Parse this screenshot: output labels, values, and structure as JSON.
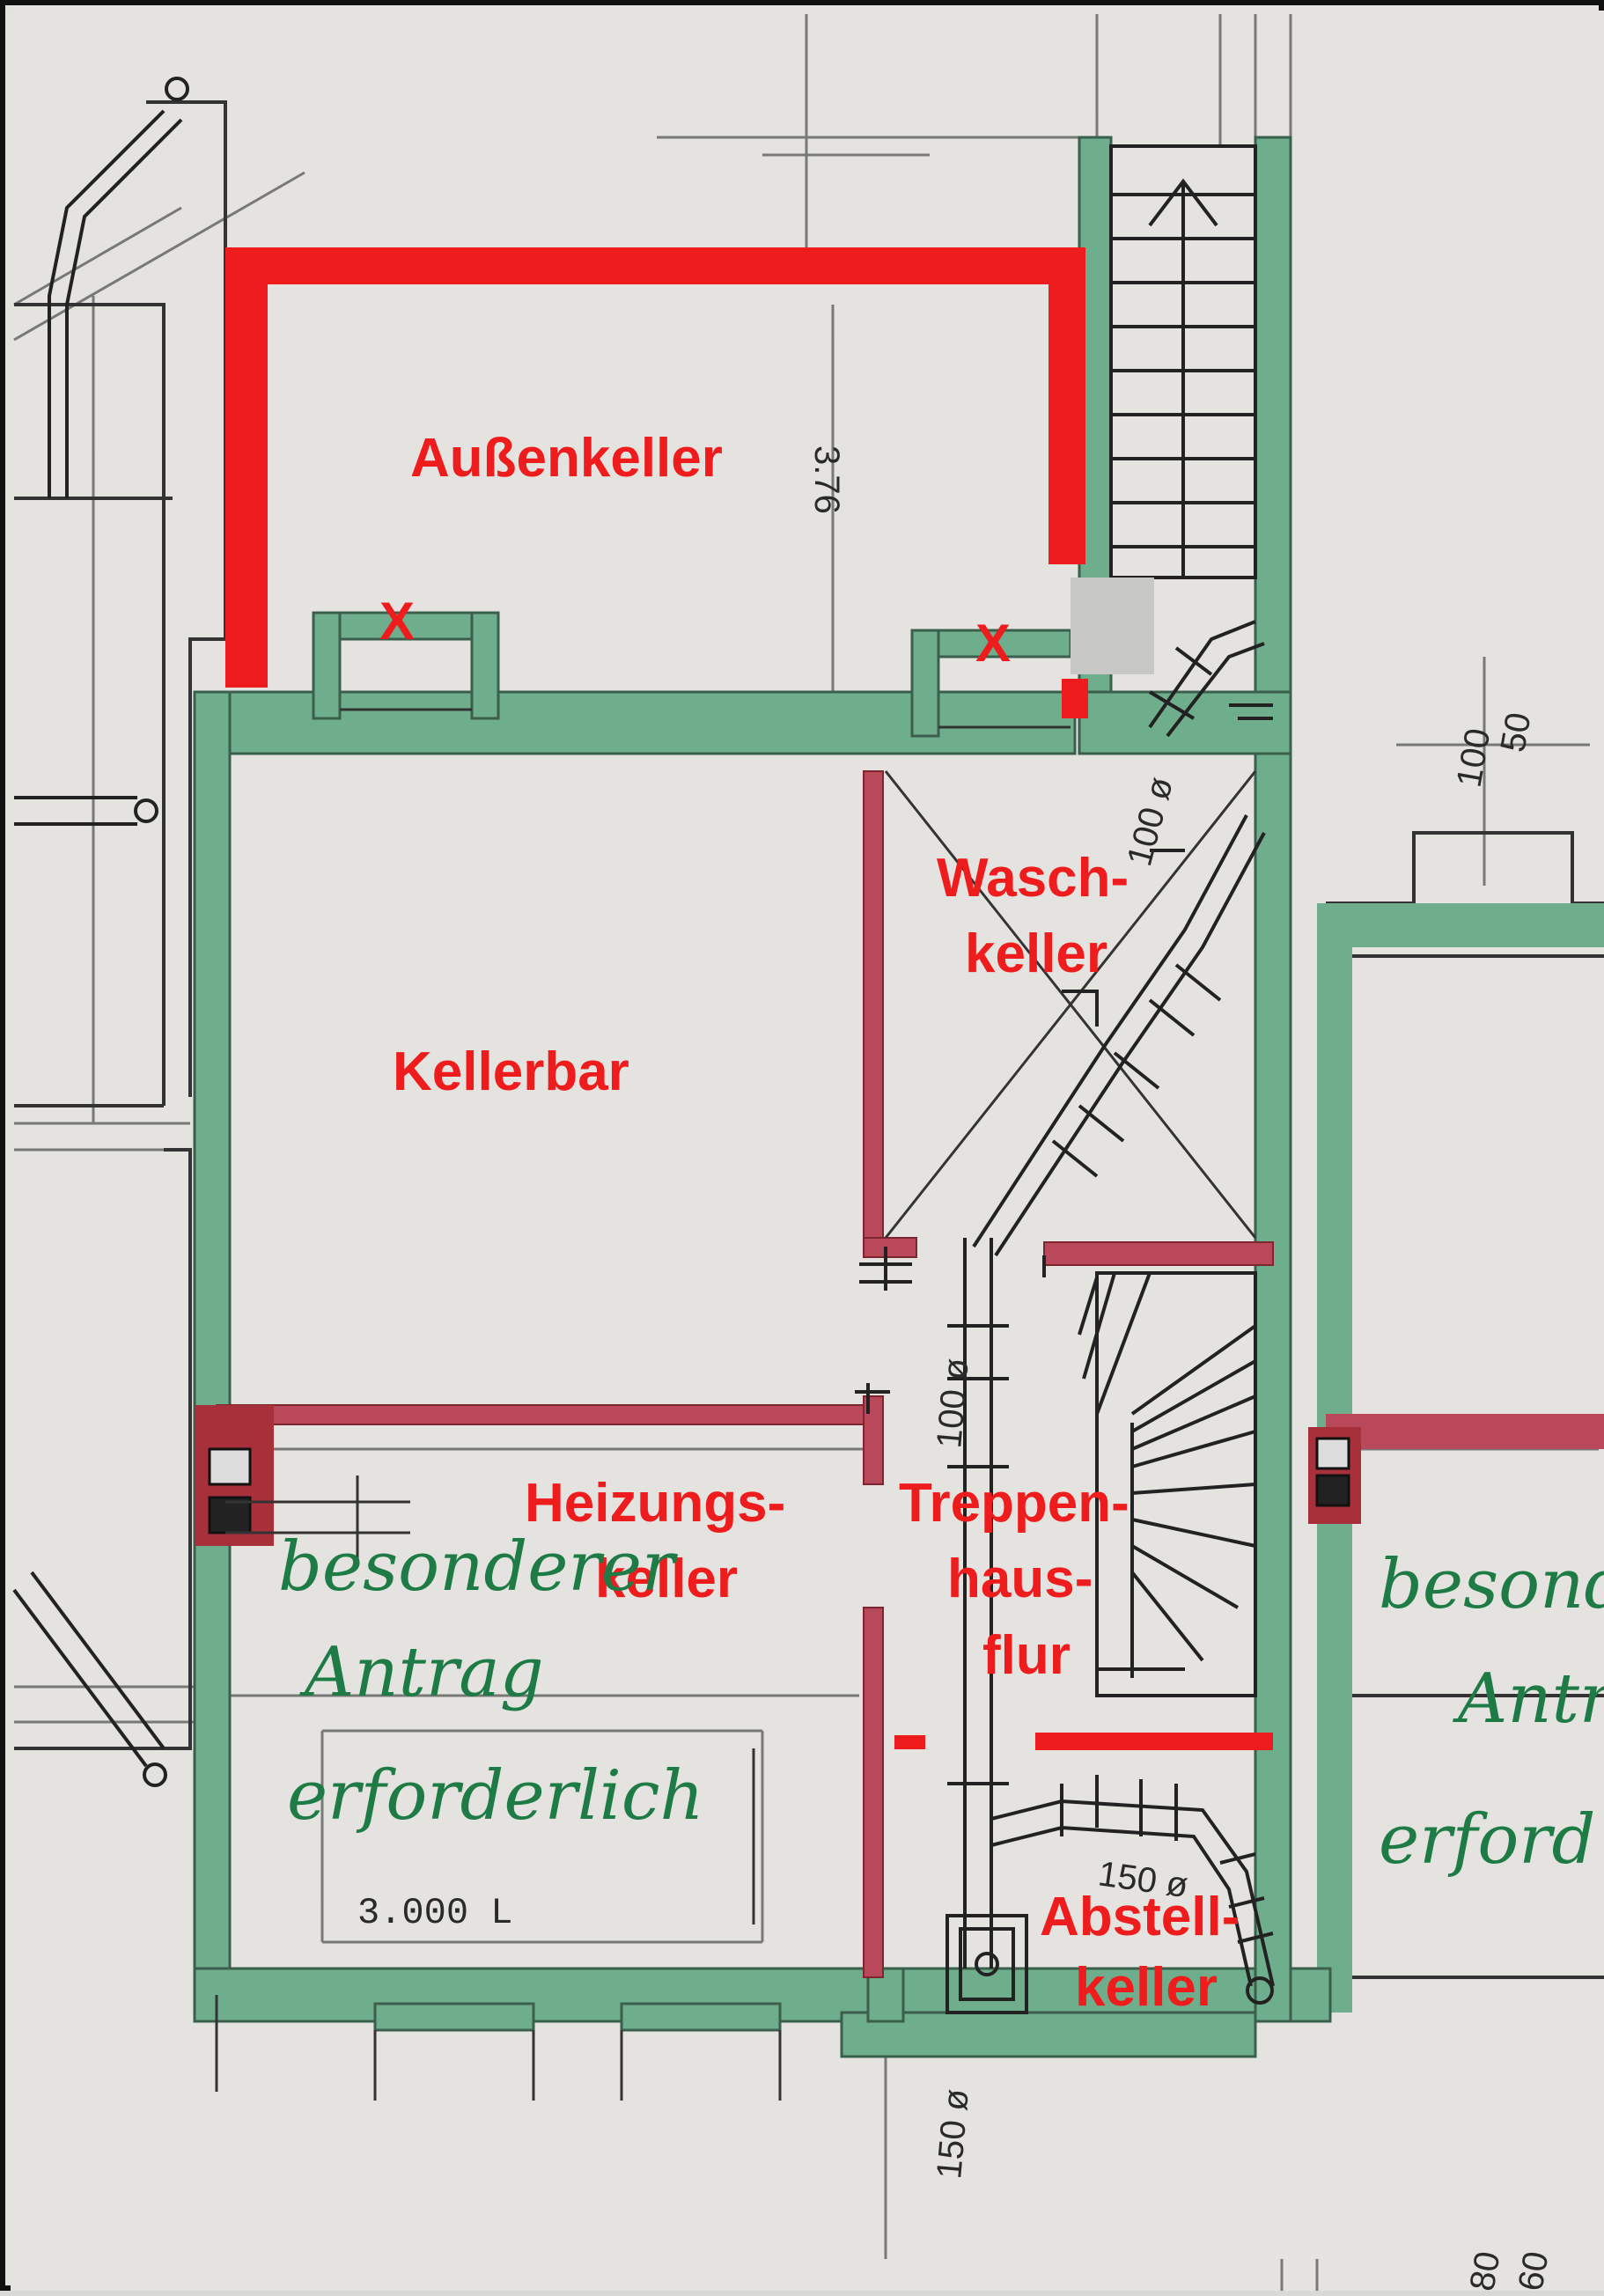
{
  "rooms": {
    "aussenkeller": "Außenkeller",
    "kellerbar": "Kellerbar",
    "waschkeller_1": "Wasch-",
    "waschkeller_2": "keller",
    "heizungskeller_1": "Heizungs-",
    "heizungskeller_2": "keller",
    "treppenhausflur_1": "Treppen-",
    "treppenhausflur_2": "haus-",
    "treppenhausflur_3": "flur",
    "abstellkeller_1": "Abstell-",
    "abstellkeller_2": "keller"
  },
  "dimensions": {
    "height_376": "3.76",
    "d100_right": "100",
    "d50_right": "50",
    "d100_diag": "100 ø",
    "d100_vert": "100 ø",
    "d150_diag": "150 ø",
    "d150_bottom": "150 ø",
    "d80_bottom": "80",
    "d60_bottom": "60"
  },
  "markers": {
    "x_left": "X",
    "x_right": "X"
  },
  "notes": {
    "left_1": "besonderer",
    "left_2": "Antrag",
    "left_3": "erforderlich",
    "right_1": "besonde",
    "right_2": "Antr",
    "right_3": "erford"
  },
  "tank": {
    "capacity": "3.000 L"
  },
  "colors": {
    "wall_green": "#6fae8c",
    "wall_red": "#a8303a",
    "marker_red": "#ee1c1c",
    "ink": "#2a2a2a"
  }
}
